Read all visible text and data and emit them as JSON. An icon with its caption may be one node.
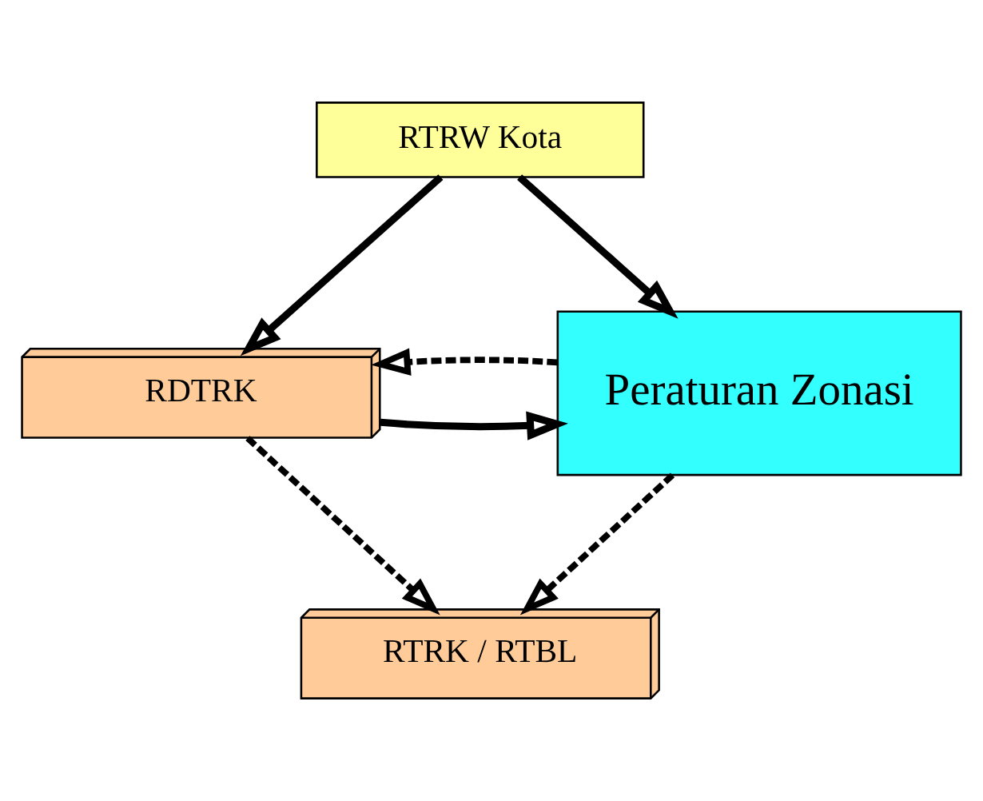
{
  "diagram": {
    "nodes": [
      {
        "text": [
          "RTRW Kota"
        ]
      },
      {
        "text": [
          "RDTRK"
        ]
      },
      {
        "text": [
          "Peraturan Zonasi"
        ]
      },
      {
        "text": [
          "RTRK / RTBL"
        ]
      }
    ],
    "edges": [
      {
        "from": 0,
        "to": 1,
        "arrow": "to"
      },
      {
        "from": 0,
        "to": 2,
        "arrow": "to"
      },
      {
        "from": 1,
        "to": 2,
        "arrow": "to"
      },
      {
        "from": 2,
        "to": 1,
        "arrow": "to",
        "style": "dashed"
      },
      {
        "from": 1,
        "to": 3,
        "arrow": "to",
        "style": "dashed"
      },
      {
        "from": 2,
        "to": 3,
        "arrow": "to",
        "style": "dashed"
      }
    ]
  }
}
